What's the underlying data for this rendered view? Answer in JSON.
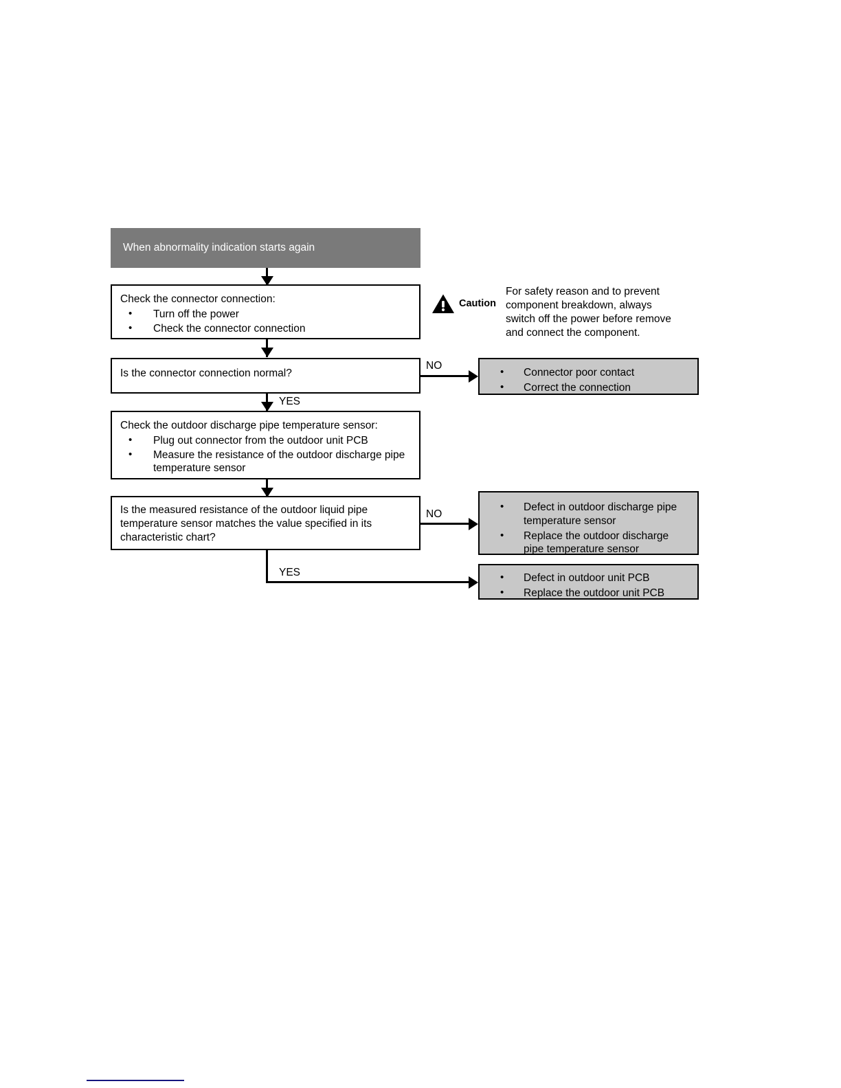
{
  "diagram": {
    "title": "Outdoor discharge pipe temperature sensor troubleshooting flowchart",
    "header": {
      "label": "When abnormality indication starts again",
      "bg_color": "#7a7a7a",
      "text_color": "#ffffff"
    },
    "caution": {
      "icon": "warning-triangle-icon",
      "word": "Caution",
      "text": "For safety reason and to prevent component breakdown, always switch off the power before remove and connect the component."
    },
    "steps": {
      "check_connector": {
        "title": "Check the connector connection:",
        "bullets": [
          "Turn off the power",
          "Check the connector connection"
        ]
      },
      "decision_connector": {
        "question": "Is the connector connection normal?"
      },
      "check_sensor": {
        "title": "Check the outdoor discharge pipe temperature sensor:",
        "bullets": [
          "Plug out connector from the outdoor unit PCB",
          "Measure the resistance of the outdoor discharge pipe temperature sensor"
        ]
      },
      "decision_resistance": {
        "question": "Is the measured resistance of the outdoor liquid pipe temperature sensor matches the value specified in its characteristic chart?"
      }
    },
    "results": {
      "connector_fault": {
        "bullets": [
          "Connector poor contact",
          "Correct the connection"
        ],
        "bg_color": "#c8c8c8"
      },
      "sensor_fault": {
        "bullets": [
          "Defect in outdoor discharge pipe temperature sensor",
          "Replace the outdoor discharge pipe temperature sensor"
        ],
        "bg_color": "#c8c8c8"
      },
      "pcb_fault": {
        "bullets": [
          "Defect in outdoor unit PCB",
          "Replace the outdoor unit PCB"
        ],
        "bg_color": "#c8c8c8"
      }
    },
    "edges": {
      "no_1": "NO",
      "yes_1": "YES",
      "no_2": "NO",
      "yes_2": "YES"
    }
  }
}
